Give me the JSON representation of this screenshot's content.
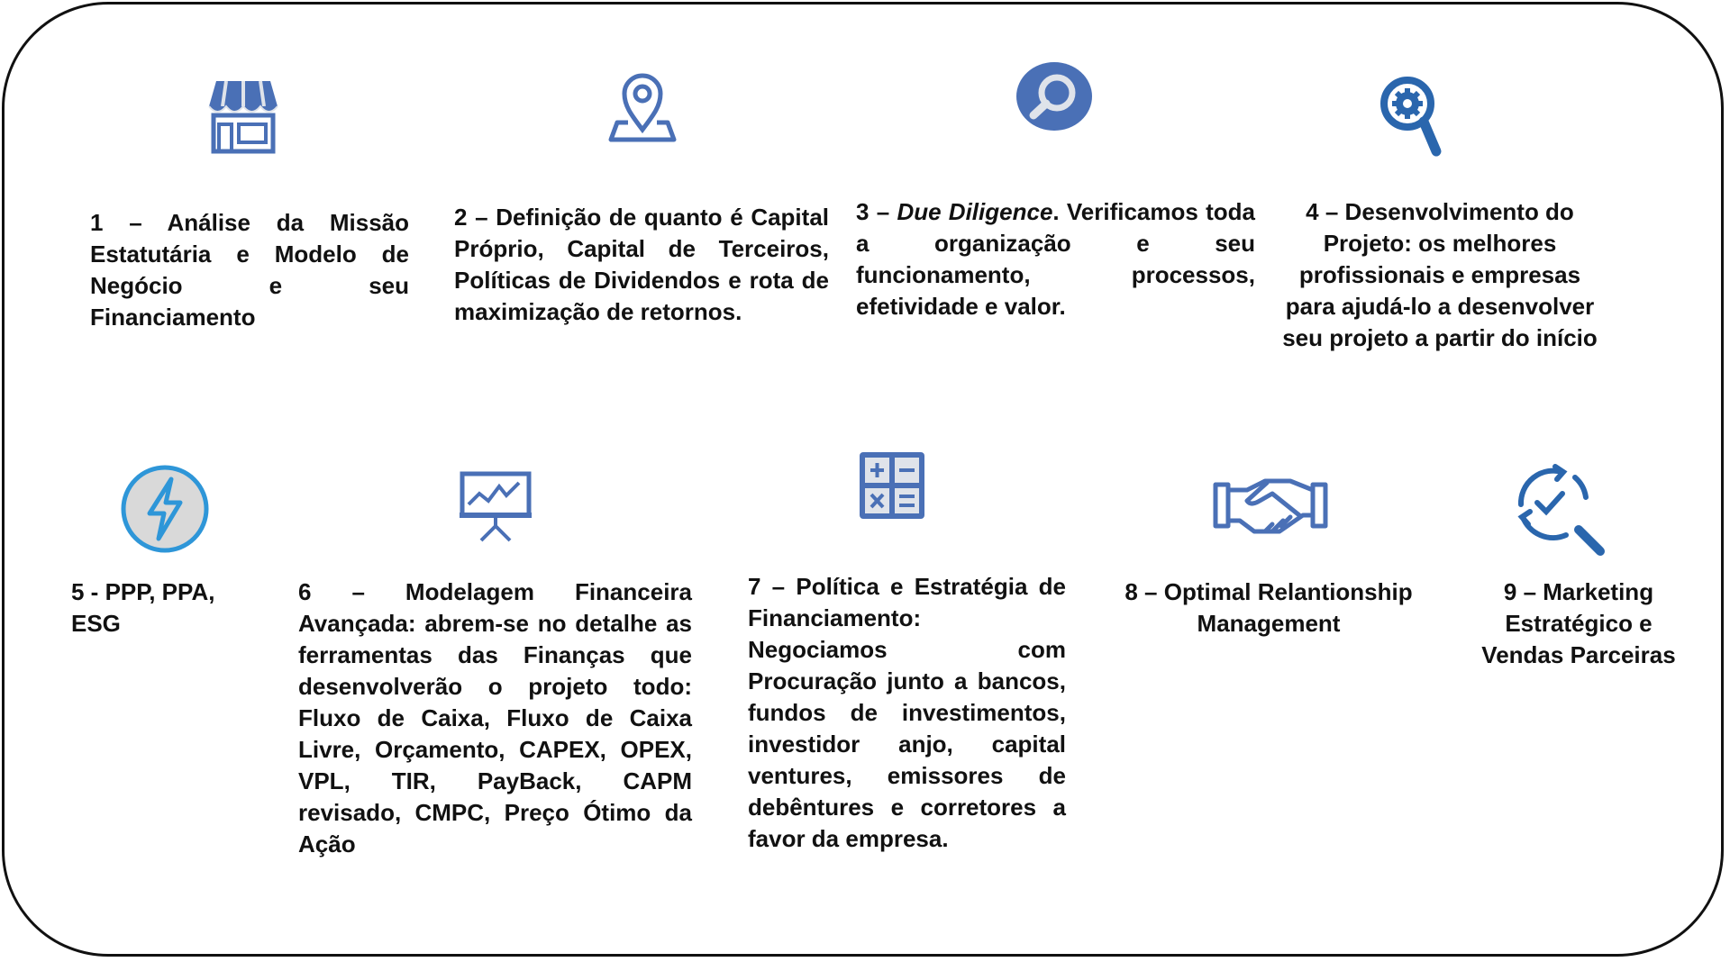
{
  "colors": {
    "icon_blue": "#4a70b6",
    "icon_dark_blue": "#2a66ad",
    "icon_light": "#dfe3ea",
    "bolt_bg": "#d9d9d9",
    "bolt_ring": "#2e96d8",
    "border": "#111111"
  },
  "steps": [
    {
      "icon": "storefront-icon",
      "text": "1 – Análise da Missão Estatutária e Modelo de Negócio e seu Financiamento"
    },
    {
      "icon": "location-pin-map-icon",
      "text": "2 – Definição de quanto é Capital Próprio, Capital de Terceiros, Políticas de Dividendos e rota de maximização de retornos."
    },
    {
      "icon": "magnifier-circle-icon",
      "prefix": "3 – ",
      "italic": "Due Diligence",
      "text": ". Verificamos toda a organização e seu funcionamento, processos, efetividade e valor."
    },
    {
      "icon": "gear-magnifier-icon",
      "lines": [
        "4 – Desenvolvimento do",
        "Projeto: os melhores",
        "profissionais e empresas",
        "para ajudá-lo a desenvolver",
        "seu projeto a partir do início"
      ]
    },
    {
      "icon": "lightning-bolt-icon",
      "text": "5 - PPP, PPA, ESG"
    },
    {
      "icon": "presentation-chart-icon",
      "text": "6 – Modelagem Financeira Avançada: abrem-se no detalhe as ferramentas das Finanças que desenvolverão o projeto todo: Fluxo de Caixa, Fluxo de Caixa Livre, Orçamento, CAPEX, OPEX, VPL, TIR, PayBack, CAPM revisado, CMPC, Preço Ótimo da Ação"
    },
    {
      "icon": "calculator-icon",
      "text": "7 – Política e Estratégia de Financiamento: Negociamos com Procuração junto a bancos, fundos de investimentos, investidor anjo, capital ventures, emissores de debêntures e corretores a favor da empresa."
    },
    {
      "icon": "handshake-icon",
      "lines": [
        "8 – Optimal Relantionship",
        "Management"
      ]
    },
    {
      "icon": "refresh-check-magnifier-icon",
      "lines": [
        "9 – Marketing",
        "Estratégico e",
        "Vendas Parceiras"
      ]
    }
  ]
}
